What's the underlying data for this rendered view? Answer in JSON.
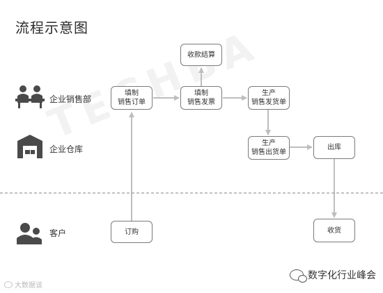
{
  "title": "流程示意图",
  "lanes": [
    {
      "id": "sales",
      "label": "企业销售部",
      "icon": "sales-team-icon"
    },
    {
      "id": "warehouse",
      "label": "企业仓库",
      "icon": "warehouse-icon"
    },
    {
      "id": "customer",
      "label": "客户",
      "icon": "customer-icon"
    }
  ],
  "nodes": {
    "fill_order": {
      "line1": "填制",
      "line2": "销售订单"
    },
    "fill_invoice": {
      "line1": "填制",
      "line2": "销售发票"
    },
    "settle": {
      "line1": "收款结算"
    },
    "gen_ship": {
      "line1": "生产",
      "line2": "销售发货单"
    },
    "gen_out": {
      "line1": "生产",
      "line2": "销售出货单"
    },
    "out": {
      "line1": "出库"
    },
    "order": {
      "line1": "订购"
    },
    "receive": {
      "line1": "收货"
    }
  },
  "edges": [
    {
      "from": "order",
      "to": "fill_order"
    },
    {
      "from": "fill_order",
      "to": "fill_invoice"
    },
    {
      "from": "fill_invoice",
      "to": "settle"
    },
    {
      "from": "fill_invoice",
      "to": "gen_ship"
    },
    {
      "from": "gen_ship",
      "to": "gen_out"
    },
    {
      "from": "gen_out",
      "to": "out"
    },
    {
      "from": "out",
      "to": "receive"
    }
  ],
  "watermark": "TECHBA",
  "footer": {
    "left": "大数据谈",
    "right": "数字化行业峰会"
  },
  "colors": {
    "box_border": "#7a7a7a",
    "arrow": "#bdbdbd",
    "divider": "#9a9a9a",
    "icon": "#4a4a4a"
  }
}
